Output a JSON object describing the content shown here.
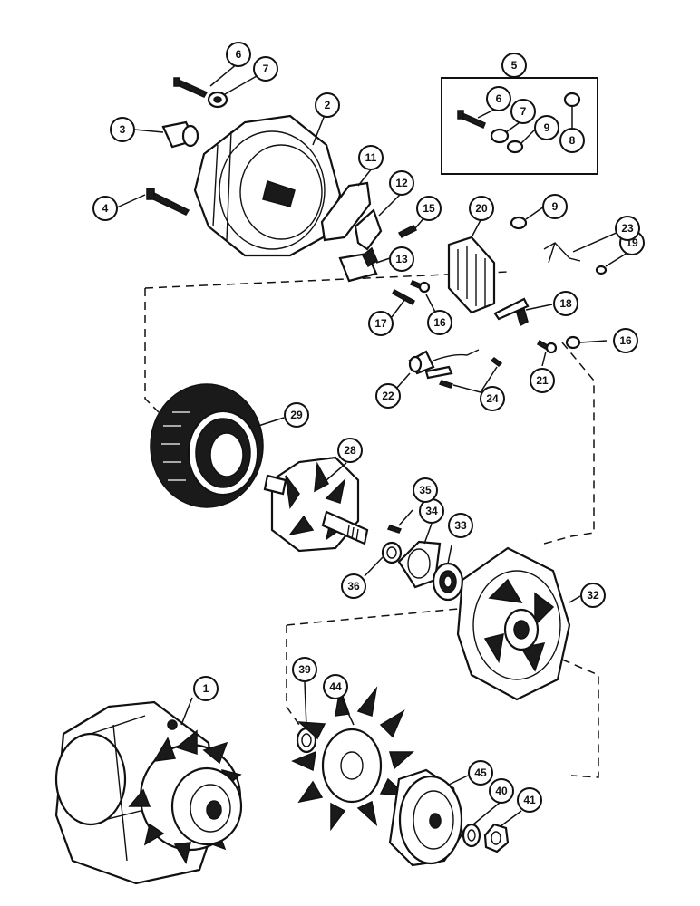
{
  "diagram": {
    "callouts": [
      "1",
      "2",
      "3",
      "4",
      "5",
      "6",
      "7",
      "8",
      "9",
      "11",
      "12",
      "13",
      "15",
      "16",
      "17",
      "18",
      "19",
      "20",
      "21",
      "22",
      "23",
      "24",
      "28",
      "29",
      "32",
      "33",
      "34",
      "35",
      "36",
      "39",
      "40",
      "41",
      "44",
      "45"
    ]
  }
}
